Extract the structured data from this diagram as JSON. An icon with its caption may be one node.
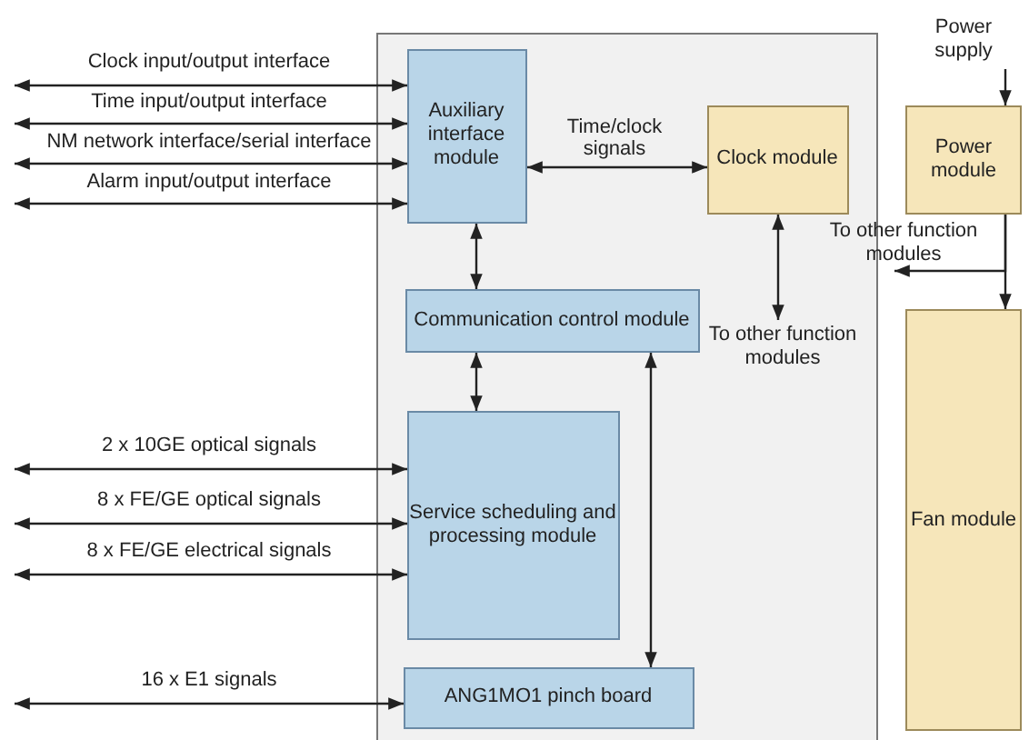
{
  "diagram": {
    "nodes": [
      {
        "text": [],
        "shape": "box"
      },
      {
        "text": [
          "Auxiliary interface module"
        ],
        "in": 0
      },
      {
        "text": [
          "Clock module"
        ],
        "in": 0
      },
      {
        "text": [
          "Communication control module"
        ],
        "in": 0
      },
      {
        "text": [
          "Service scheduling and processing module"
        ],
        "in": 0
      },
      {
        "text": [
          "ANG1MO1 pinch board"
        ],
        "in": 0
      },
      {
        "text": [
          "Power module"
        ]
      },
      {
        "text": [
          "Fan module"
        ]
      },
      {
        "text": [
          "To other function modules"
        ],
        "in": 0
      },
      {
        "text": [
          "To other function modules"
        ]
      },
      {
        "text": [
          "Power supply"
        ]
      }
    ],
    "edges": [
      {
        "from": null,
        "to": 1,
        "arrow": "both",
        "label": "Clock input/output interface"
      },
      {
        "from": null,
        "to": 1,
        "arrow": "both",
        "label": "Time input/output interface"
      },
      {
        "from": null,
        "to": 1,
        "arrow": "both",
        "label": "NM network interface/serial interface"
      },
      {
        "from": null,
        "to": 1,
        "arrow": "both",
        "label": "Alarm input/output interface"
      },
      {
        "from": 1,
        "to": 2,
        "arrow": "both",
        "label": "Time/clock signals"
      },
      {
        "from": 1,
        "to": 3,
        "arrow": "both"
      },
      {
        "from": 2,
        "to": 8,
        "arrow": "both"
      },
      {
        "from": 3,
        "to": 4,
        "arrow": "both"
      },
      {
        "from": 3,
        "to": 5,
        "arrow": "both"
      },
      {
        "from": null,
        "to": 4,
        "arrow": "both",
        "label": "2 x 10GE optical signals"
      },
      {
        "from": null,
        "to": 4,
        "arrow": "both",
        "label": "8 x FE/GE optical signals"
      },
      {
        "from": null,
        "to": 4,
        "arrow": "both",
        "label": "8 x FE/GE electrical signals"
      },
      {
        "from": null,
        "to": 5,
        "arrow": "both",
        "label": "16 x E1 signals"
      },
      {
        "from": 10,
        "to": 6,
        "arrow": "to"
      },
      {
        "from": 6,
        "to": 7,
        "arrow": "to"
      },
      {
        "from": 6,
        "to": 9,
        "arrow": "to"
      }
    ]
  }
}
